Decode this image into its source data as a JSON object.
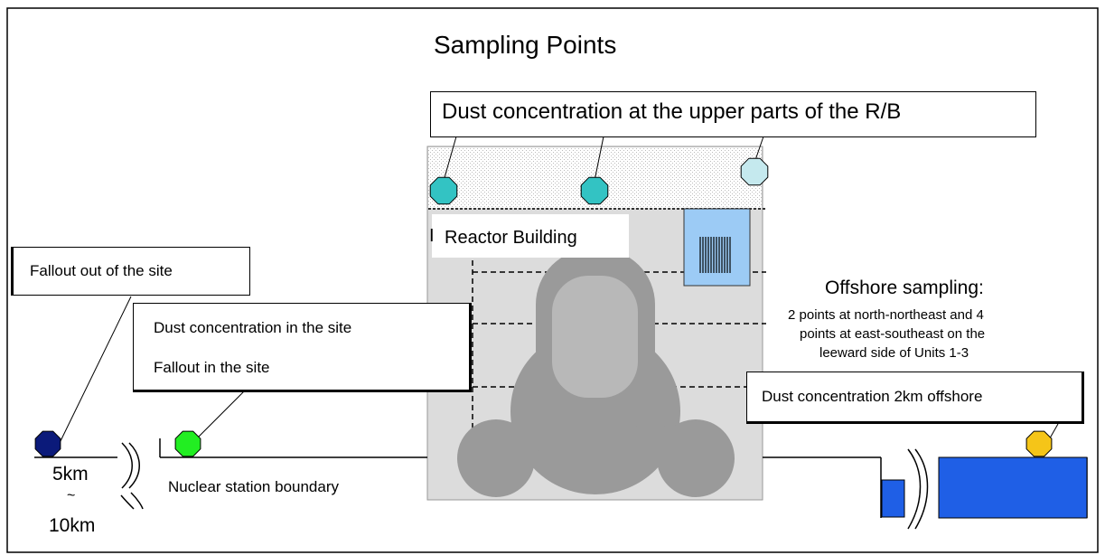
{
  "title": "Sampling Points",
  "labels": {
    "upper_rb": "Dust concentration at the upper parts of the R/B",
    "reactor_building": "Reactor Building",
    "reactor_building_prefix": "I",
    "fallout_out": "Fallout out of the site",
    "dust_in_site": "Dust concentration in the site",
    "fallout_in_site": "Fallout in the site",
    "offshore_title": "Offshore sampling:",
    "offshore_desc_1": "2 points at north-northeast and 4",
    "offshore_desc_2": "points at east-southeast on the",
    "offshore_desc_3": "leeward side of Units 1-3",
    "dust_2km": "Dust concentration 2km offshore",
    "distance_5": "5km",
    "distance_tilde": "~",
    "distance_10": "10km",
    "boundary": "Nuclear station boundary"
  },
  "colors": {
    "marker_upper": "#33c3c3",
    "marker_upper_light": "#c5e9ee",
    "marker_far": "#0b1a7a",
    "marker_site": "#22ee22",
    "marker_offshore": "#f5c518",
    "building_fill": "#dcdcdc",
    "reactor_fill": "#9a9a9a",
    "reactor_inner": "#b8b8b8",
    "pool_fill": "#9ccbf5",
    "sea": "#1f5fe6"
  }
}
